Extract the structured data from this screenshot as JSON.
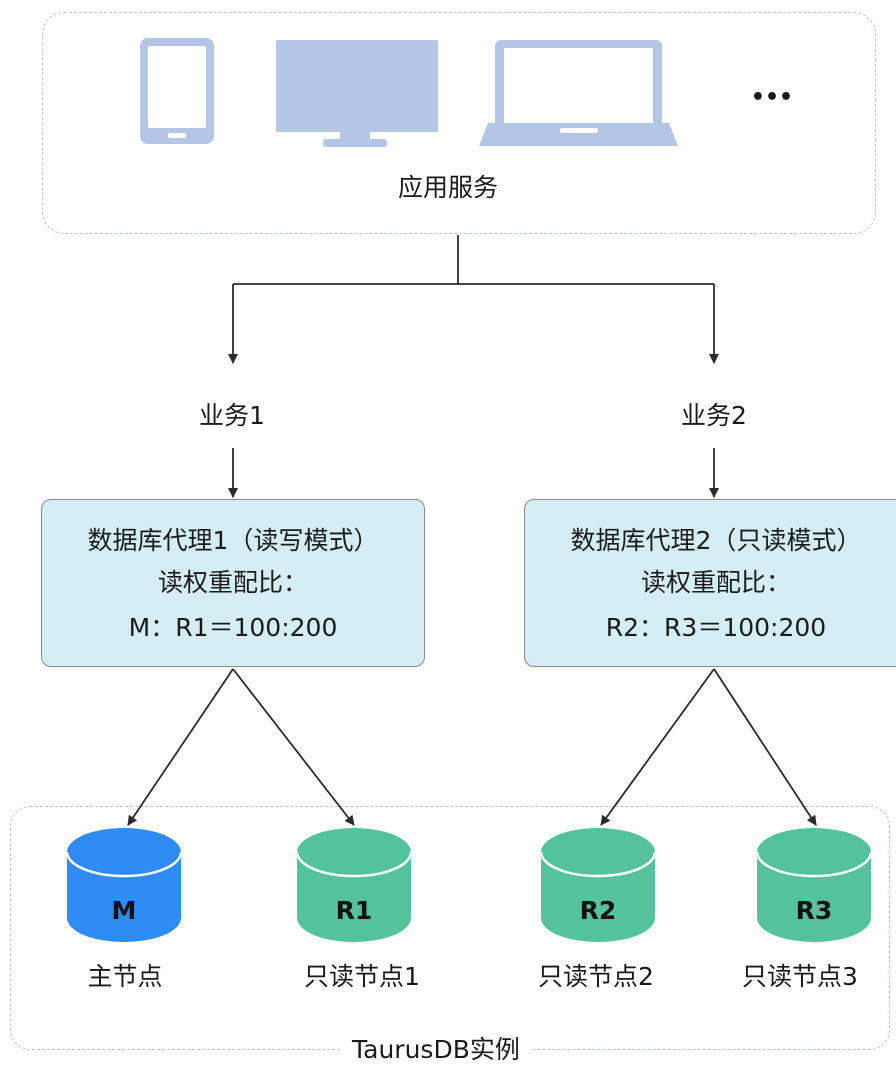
{
  "app": {
    "label": "应用服务",
    "devices": [
      "phone-icon",
      "desktop-monitor-icon",
      "laptop-icon"
    ],
    "more": "•••"
  },
  "services": [
    {
      "label": "业务1"
    },
    {
      "label": "业务2"
    }
  ],
  "proxies": [
    {
      "title": "数据库代理1（读写模式）",
      "weight_label": "读权重配比：",
      "ratio": "M：R1＝100:200"
    },
    {
      "title": "数据库代理2（只读模式）",
      "weight_label": "读权重配比：",
      "ratio": "R2：R3＝100:200"
    }
  ],
  "nodes": [
    {
      "letter": "M",
      "label": "主节点",
      "color": "#2f8bf5"
    },
    {
      "letter": "R1",
      "label": "只读节点1",
      "color": "#55c29e"
    },
    {
      "letter": "R2",
      "label": "只读节点2",
      "color": "#55c29e"
    },
    {
      "letter": "R3",
      "label": "只读节点3",
      "color": "#55c29e"
    }
  ],
  "instance": {
    "label": "TaurusDB实例"
  },
  "colors": {
    "device": "#b3c6e6",
    "border": "#b3c6e2",
    "proxy_fill": "#d5eef5",
    "arrow": "#2b2b2b"
  }
}
